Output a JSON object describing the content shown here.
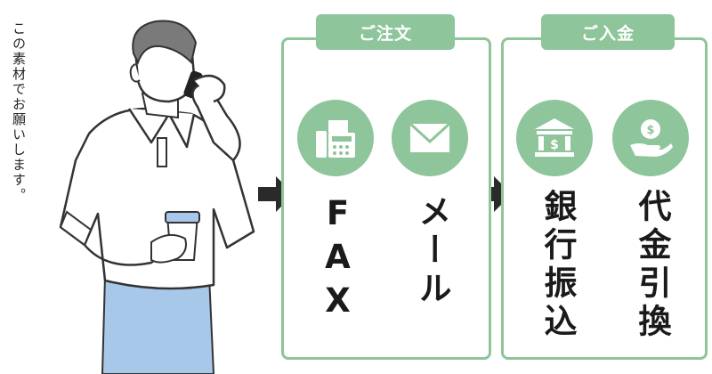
{
  "side_caption": "この素材でお願いします。",
  "order": {
    "header": "ご注文",
    "methods": [
      {
        "label": "FAX",
        "icon": "fax-icon"
      },
      {
        "label": "メール",
        "icon": "mail-icon"
      }
    ]
  },
  "payment": {
    "header": "ご入金",
    "methods": [
      {
        "label": "銀行振込",
        "icon": "bank-icon"
      },
      {
        "label": "代金引換",
        "icon": "cash-on-delivery-icon"
      }
    ]
  },
  "colors": {
    "accent": "#8ec59a",
    "shirt": "#ffffff",
    "pants": "#a8c8ea",
    "arrow": "#2a2a2a"
  }
}
